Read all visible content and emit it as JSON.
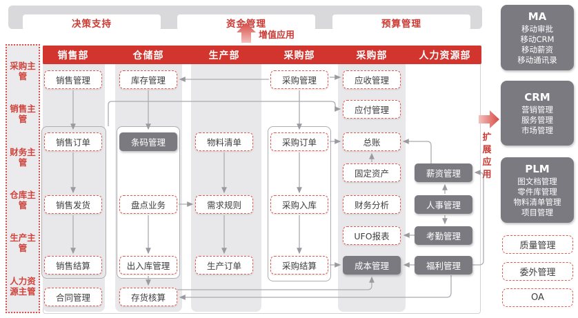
{
  "top_bar": {
    "buttons": [
      "决策支持",
      "资金管理",
      "预算管理"
    ]
  },
  "annotations": {
    "value_add": "增值应用",
    "extension": "扩展应用"
  },
  "sidebar": {
    "items": [
      "采购主管",
      "销售主管",
      "财务主管",
      "仓库主管",
      "生产主管",
      "人力资源主管"
    ]
  },
  "departments": [
    "销售部",
    "仓储部",
    "生产部",
    "采购部",
    "采购部",
    "人力资源部"
  ],
  "modules": [
    {
      "id": "sales-management",
      "label": "销售管理",
      "col": 1,
      "row": "A",
      "variant": "light"
    },
    {
      "id": "inventory-management",
      "label": "库存管理",
      "col": 2,
      "row": "A",
      "variant": "light"
    },
    {
      "id": "procurement-management",
      "label": "采购管理",
      "col": 4,
      "row": "A",
      "variant": "light"
    },
    {
      "id": "receivables-management",
      "label": "应收管理",
      "col": 5,
      "row": "A",
      "variant": "light"
    },
    {
      "id": "payables-management",
      "label": "应付管理",
      "col": 5,
      "row": "B",
      "variant": "light"
    },
    {
      "id": "sales-order",
      "label": "销售订单",
      "col": 1,
      "row": "C",
      "variant": "light"
    },
    {
      "id": "barcode-management",
      "label": "条码管理",
      "col": 2,
      "row": "C",
      "variant": "dark"
    },
    {
      "id": "bom-list",
      "label": "物料清单",
      "col": 3,
      "row": "C",
      "variant": "light"
    },
    {
      "id": "purchase-order",
      "label": "采购订单",
      "col": 4,
      "row": "C",
      "variant": "light"
    },
    {
      "id": "general-ledger",
      "label": "总账",
      "col": 5,
      "row": "C",
      "variant": "light"
    },
    {
      "id": "fixed-assets",
      "label": "固定资产",
      "col": 5,
      "row": "D",
      "variant": "light"
    },
    {
      "id": "payroll-management",
      "label": "薪资管理",
      "col": 6,
      "row": "D",
      "variant": "dark"
    },
    {
      "id": "sales-delivery",
      "label": "销售发货",
      "col": 1,
      "row": "E",
      "variant": "light"
    },
    {
      "id": "stocktaking",
      "label": "盘点业务",
      "col": 2,
      "row": "E",
      "variant": "light"
    },
    {
      "id": "demand-rules",
      "label": "需求规则",
      "col": 3,
      "row": "E",
      "variant": "light"
    },
    {
      "id": "purchase-receipt",
      "label": "采购入库",
      "col": 4,
      "row": "E",
      "variant": "light"
    },
    {
      "id": "financial-analysis",
      "label": "财务分析",
      "col": 5,
      "row": "E",
      "variant": "light"
    },
    {
      "id": "hr-personnel-management",
      "label": "人事管理",
      "col": 6,
      "row": "E",
      "variant": "dark"
    },
    {
      "id": "ufo-report",
      "label": "UFO报表",
      "col": 5,
      "row": "F",
      "variant": "light"
    },
    {
      "id": "attendance-management",
      "label": "考勤管理",
      "col": 6,
      "row": "F",
      "variant": "dark"
    },
    {
      "id": "sales-settlement",
      "label": "销售结算",
      "col": 1,
      "row": "G",
      "variant": "light"
    },
    {
      "id": "warehouse-in-out-management",
      "label": "出入库管理",
      "col": 2,
      "row": "G",
      "variant": "light"
    },
    {
      "id": "production-order",
      "label": "生产订单",
      "col": 3,
      "row": "G",
      "variant": "light"
    },
    {
      "id": "purchase-settlement",
      "label": "采购结算",
      "col": 4,
      "row": "G",
      "variant": "light"
    },
    {
      "id": "cost-management",
      "label": "成本管理",
      "col": 5,
      "row": "G",
      "variant": "dark"
    },
    {
      "id": "welfare-management",
      "label": "福利管理",
      "col": 6,
      "row": "G",
      "variant": "dark"
    },
    {
      "id": "contract-management",
      "label": "合同管理",
      "col": 1,
      "row": "H",
      "variant": "light"
    },
    {
      "id": "inventory-accounting",
      "label": "存货核算",
      "col": 2,
      "row": "H",
      "variant": "light"
    }
  ],
  "right_panels": [
    {
      "title": "MA",
      "items": [
        "移动审批",
        "移动CRM",
        "移动薪资",
        "移动通讯录"
      ]
    },
    {
      "title": "CRM",
      "items": [
        "营销管理",
        "服务管理",
        "市场管理"
      ]
    },
    {
      "title": "PLM",
      "items": [
        "图文档管理",
        "零件库管理",
        "物料清单管理",
        "项目管理"
      ]
    }
  ],
  "right_boxes": [
    "质量管理",
    "委外管理",
    "OA"
  ],
  "colors": {
    "band_red": "#D2342E",
    "accent_red_text": "#CB3A34",
    "dashed_border_red": "#E05750",
    "dark_box": "#7A7A80",
    "stripe_gray": "#E8E8EA",
    "topbar_gray": "#D9D9DB",
    "connector": "#ABABB1"
  }
}
